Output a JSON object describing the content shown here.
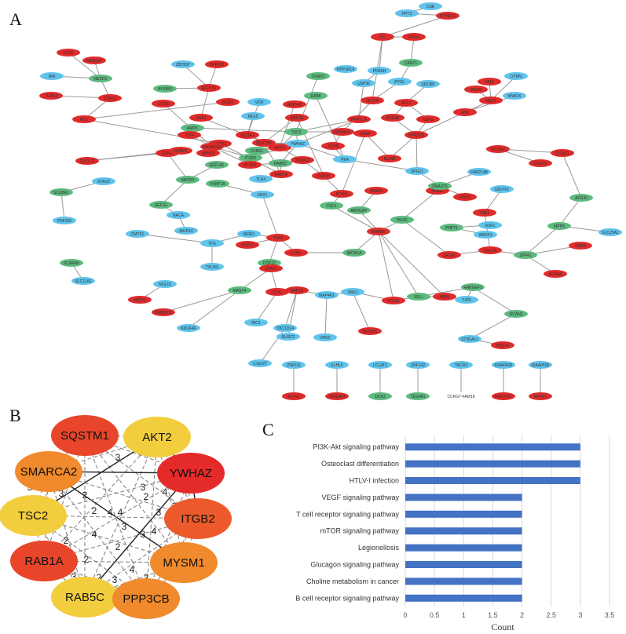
{
  "panels": {
    "a": "A",
    "b": "B",
    "c": "C"
  },
  "colors": {
    "red": "#e02b2b",
    "green": "#5dba7f",
    "blue": "#5fc3ec",
    "edge": "#999999",
    "bar": "#4472c4"
  },
  "network": {
    "nodes": [
      {
        "id": "CSE",
        "c": "blue"
      },
      {
        "id": "PPT2",
        "c": "blue"
      },
      {
        "id": "MTHFD1",
        "c": "red"
      },
      {
        "id": "PC",
        "c": "red"
      },
      {
        "id": "GYG1",
        "c": "red"
      },
      {
        "id": "CSTB",
        "c": "red"
      },
      {
        "id": "ARHGEF",
        "c": "red"
      },
      {
        "id": "ZBTB37",
        "c": "blue"
      },
      {
        "id": "NFKBIB",
        "c": "red"
      },
      {
        "id": "PPP1R14",
        "c": "blue"
      },
      {
        "id": "CANT1",
        "c": "green"
      },
      {
        "id": "UTRN",
        "c": "blue"
      },
      {
        "id": "NIN",
        "c": "blue"
      },
      {
        "id": "NEDD1",
        "c": "green"
      },
      {
        "id": "NFKBID",
        "c": "green"
      },
      {
        "id": "RICTOR",
        "c": "red"
      },
      {
        "id": "CKAP2",
        "c": "green"
      },
      {
        "id": "PDE6H",
        "c": "blue"
      },
      {
        "id": "USP36",
        "c": "blue"
      },
      {
        "id": "PYGL",
        "c": "blue"
      },
      {
        "id": "SDCBP",
        "c": "blue"
      },
      {
        "id": "SMS",
        "c": "red"
      },
      {
        "id": "TRIP11",
        "c": "red"
      },
      {
        "id": "STAG2",
        "c": "red"
      },
      {
        "id": "VDR",
        "c": "blue"
      },
      {
        "id": "NUB1",
        "c": "red"
      },
      {
        "id": "ARID4B",
        "c": "red"
      },
      {
        "id": "RAB8",
        "c": "green"
      },
      {
        "id": "MED16",
        "c": "red"
      },
      {
        "id": "GLT1A",
        "c": "red"
      },
      {
        "id": "ARL1",
        "c": "red"
      },
      {
        "id": "NSG1",
        "c": "red"
      },
      {
        "id": "BMP8",
        "c": "red"
      },
      {
        "id": "WWOX",
        "c": "blue"
      },
      {
        "id": "ADK",
        "c": "red"
      },
      {
        "id": "UBA5",
        "c": "red"
      },
      {
        "id": "PDE4B",
        "c": "red"
      },
      {
        "id": "PPP1CA",
        "c": "red"
      },
      {
        "id": "SGK3",
        "c": "red"
      },
      {
        "id": "PEX5",
        "c": "blue"
      },
      {
        "id": "AMPK",
        "c": "green"
      },
      {
        "id": "NCOA1",
        "c": "red"
      },
      {
        "id": "CDC6",
        "c": "red"
      },
      {
        "id": "FIS1",
        "c": "red"
      },
      {
        "id": "TCF4",
        "c": "red"
      },
      {
        "id": "DOCK2",
        "c": "red"
      },
      {
        "id": "SMARCA2",
        "c": "red"
      },
      {
        "id": "AKT2",
        "c": "red"
      },
      {
        "id": "TSC2",
        "c": "green"
      },
      {
        "id": "RPS6KA",
        "c": "red"
      },
      {
        "id": "GFAP",
        "c": "red"
      },
      {
        "id": "PPP3CB",
        "c": "red"
      },
      {
        "id": "SQSTM1",
        "c": "red"
      },
      {
        "id": "YWHAZ",
        "c": "blue"
      },
      {
        "id": "FSHB",
        "c": "red"
      },
      {
        "id": "PKA",
        "c": "blue"
      },
      {
        "id": "NUMB",
        "c": "red"
      },
      {
        "id": "GRIK2",
        "c": "red"
      },
      {
        "id": "ABHD5",
        "c": "red"
      },
      {
        "id": "ITGB2",
        "c": "green"
      },
      {
        "id": "TLE4",
        "c": "blue"
      },
      {
        "id": "RAB1A",
        "c": "red"
      },
      {
        "id": "MYSM1",
        "c": "red"
      },
      {
        "id": "PIK3R3",
        "c": "red"
      },
      {
        "id": "RAB5C",
        "c": "green"
      },
      {
        "id": "CSNK1",
        "c": "green"
      },
      {
        "id": "CXCL12",
        "c": "red"
      },
      {
        "id": "SPG21",
        "c": "blue"
      },
      {
        "id": "FAM214B",
        "c": "blue"
      },
      {
        "id": "SCUBE1",
        "c": "green"
      },
      {
        "id": "STAU2",
        "c": "blue"
      },
      {
        "id": "MATR3",
        "c": "green"
      },
      {
        "id": "EEF1A1",
        "c": "green"
      },
      {
        "id": "ATXN1",
        "c": "red"
      },
      {
        "id": "SPAG9",
        "c": "red"
      },
      {
        "id": "RAB25",
        "c": "red"
      },
      {
        "id": "PRKCI",
        "c": "red"
      },
      {
        "id": "DNAJC5",
        "c": "green"
      },
      {
        "id": "PNF220",
        "c": "blue"
      },
      {
        "id": "PRKG",
        "c": "red"
      },
      {
        "id": "EEF1G",
        "c": "green"
      },
      {
        "id": "NACA",
        "c": "blue"
      },
      {
        "id": "FKBP1A",
        "c": "green"
      },
      {
        "id": "ZHX1",
        "c": "blue"
      },
      {
        "id": "CEBPZ",
        "c": "red"
      },
      {
        "id": "JMJD1C",
        "c": "blue"
      },
      {
        "id": "CSC1",
        "c": "green"
      },
      {
        "id": "ARHGAP",
        "c": "green"
      },
      {
        "id": "PIK3C",
        "c": "green"
      },
      {
        "id": "PNPT1",
        "c": "green"
      },
      {
        "id": "ASF1",
        "c": "blue"
      },
      {
        "id": "WASF3",
        "c": "blue"
      },
      {
        "id": "MPP6",
        "c": "green"
      },
      {
        "id": "SLC25A1",
        "c": "blue"
      },
      {
        "id": "CMTF1",
        "c": "blue"
      },
      {
        "id": "TFG",
        "c": "blue"
      },
      {
        "id": "WDR1",
        "c": "blue"
      },
      {
        "id": "TSK1",
        "c": "red"
      },
      {
        "id": "RAB5B",
        "c": "red"
      },
      {
        "id": "TXLNG",
        "c": "blue"
      },
      {
        "id": "SCYL1",
        "c": "red"
      },
      {
        "id": "COPZ1",
        "c": "green"
      },
      {
        "id": "STAT5",
        "c": "red"
      },
      {
        "id": "LTN1",
        "c": "red"
      },
      {
        "id": "IMCN1A",
        "c": "green"
      },
      {
        "id": "SCARA5",
        "c": "green"
      },
      {
        "id": "SLC11A2",
        "c": "blue"
      },
      {
        "id": "NOL10",
        "c": "blue"
      },
      {
        "id": "MT1G",
        "c": "red"
      },
      {
        "id": "MAST4",
        "c": "green"
      },
      {
        "id": "COIL",
        "c": "red"
      },
      {
        "id": "RAB1B",
        "c": "red"
      },
      {
        "id": "MAP4K1",
        "c": "blue"
      },
      {
        "id": "SNX1",
        "c": "blue"
      },
      {
        "id": "HCLS1",
        "c": "red"
      },
      {
        "id": "SELL",
        "c": "green"
      },
      {
        "id": "ANO6",
        "c": "red"
      },
      {
        "id": "RABGEF1",
        "c": "green"
      },
      {
        "id": "TJP2",
        "c": "blue"
      },
      {
        "id": "SMNDC1",
        "c": "red"
      },
      {
        "id": "NDUFAF",
        "c": "blue"
      },
      {
        "id": "RIC1",
        "c": "blue"
      },
      {
        "id": "TBC1D14",
        "c": "blue"
      },
      {
        "id": "RCAN2",
        "c": "green"
      },
      {
        "id": "C1orf27",
        "c": "blue"
      },
      {
        "id": "RUSC2",
        "c": "blue"
      },
      {
        "id": "VRK2",
        "c": "blue"
      },
      {
        "id": "HEXIM1",
        "c": "red"
      },
      {
        "id": "ST3GAL1",
        "c": "blue"
      },
      {
        "id": "MSS74",
        "c": "red"
      },
      {
        "id": "ZNF611",
        "c": "blue"
      },
      {
        "id": "KLHL6",
        "c": "blue"
      },
      {
        "id": "LCLAT1",
        "c": "blue"
      },
      {
        "id": "ZNF142",
        "c": "blue"
      },
      {
        "id": "TACR3",
        "c": "blue"
      },
      {
        "id": "KIAA0430",
        "c": "blue"
      },
      {
        "id": "KIAA0556",
        "c": "blue"
      },
      {
        "id": "ELFN1",
        "c": "red"
      },
      {
        "id": "DENND3",
        "c": "red"
      },
      {
        "id": "DCK2",
        "c": "green"
      },
      {
        "id": "TESPA1",
        "c": "green"
      },
      {
        "id": "CCRG7-FAM18",
        "c": "white"
      },
      {
        "id": "FASTKD1",
        "c": "red"
      },
      {
        "id": "RAPH1",
        "c": "red"
      },
      {
        "id": "CALCA",
        "c": "red"
      },
      {
        "id": "LACA1",
        "c": "red"
      },
      {
        "id": "AFG42",
        "c": "green"
      },
      {
        "id": "CCNE1",
        "c": "red"
      },
      {
        "id": "PHKB",
        "c": "red"
      },
      {
        "id": "ZFP41",
        "c": "green"
      },
      {
        "id": "ADAM8",
        "c": "red"
      },
      {
        "id": "NCOA6",
        "c": "red"
      },
      {
        "id": "CEPS5",
        "c": "red"
      },
      {
        "id": "TNK2",
        "c": "red"
      },
      {
        "id": "GIGYF2",
        "c": "blue"
      }
    ]
  },
  "hub_network": {
    "nodes": [
      {
        "label": "SQSTM1",
        "color": "#e8452a"
      },
      {
        "label": "AKT2",
        "color": "#f2cd3d"
      },
      {
        "label": "SMARCA2",
        "color": "#f08a2c"
      },
      {
        "label": "YWHAZ",
        "color": "#e52a2a"
      },
      {
        "label": "TSC2",
        "color": "#f2cd3d"
      },
      {
        "label": "ITGB2",
        "color": "#ec5a2b"
      },
      {
        "label": "RAB1A",
        "color": "#e8452a"
      },
      {
        "label": "MYSM1",
        "color": "#f08a2c"
      },
      {
        "label": "RAB5C",
        "color": "#f2cd3d"
      },
      {
        "label": "PPP3CB",
        "color": "#f08a2c"
      }
    ],
    "edge_labels": [
      "3",
      "3",
      "3",
      "3",
      "2",
      "4",
      "3",
      "4",
      "3",
      "2",
      "3",
      "4",
      "4",
      "3",
      "2",
      "2",
      "2",
      "3",
      "4",
      "4",
      "2",
      "4",
      "3",
      "3",
      "4",
      "2",
      "4",
      "2"
    ]
  },
  "chart_data": {
    "type": "bar",
    "orientation": "horizontal",
    "categories": [
      "PI3K-Akt signaling pathway",
      "Osteoclast differentiation",
      "HTLV-I infection",
      "VEGF signaling pathway",
      "T cell receptor signaling pathway",
      "mTOR signaling pathway",
      "Legionellosis",
      "Glucagon signaling pathway",
      "Choline metabolism in cancer",
      "B cell receptor signaling pathway"
    ],
    "values": [
      3,
      3,
      3,
      2,
      2,
      2,
      2,
      2,
      2,
      2
    ],
    "xlabel": "Count",
    "xlim": [
      0,
      3.5
    ],
    "xticks": [
      "0",
      "0.5",
      "1",
      "1.5",
      "2",
      "2.5",
      "3",
      "3.5"
    ],
    "grid": "vertical"
  }
}
